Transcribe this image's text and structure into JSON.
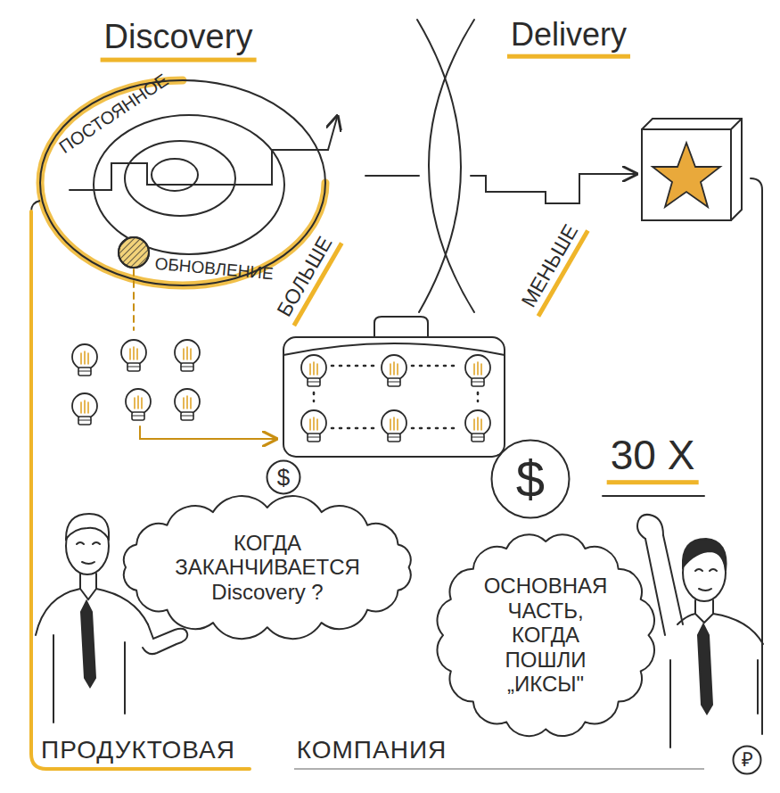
{
  "diagram": {
    "nodes": [
      {
        "text": [
          "ПРОДУКТОВАЯ КОМПАНИЯ"
        ]
      },
      {
        "text": [
          "$"
        ],
        "in": 0
      },
      {
        "text": [
          "$"
        ],
        "in": 0
      },
      {
        "text": [
          "КОГДА ЗАКАНЧИВАЕТСЯ Discovery ?"
        ],
        "in": 0
      },
      {
        "text": [
          "ОСНОВНАЯ ЧАСТЬ, КОГДА ПОШЛИ „ИКСЫ\""
        ],
        "in": 0
      },
      {
        "text": [
          "₽"
        ],
        "in": 0
      }
    ],
    "labels": [
      "Discovery",
      "Delivery",
      "ПОСТОЯННОЕ",
      "ОБНОВЛЕНИЕ",
      "БОЛЬШЕ",
      "МЕНЬШЕ",
      "30 X"
    ]
  }
}
